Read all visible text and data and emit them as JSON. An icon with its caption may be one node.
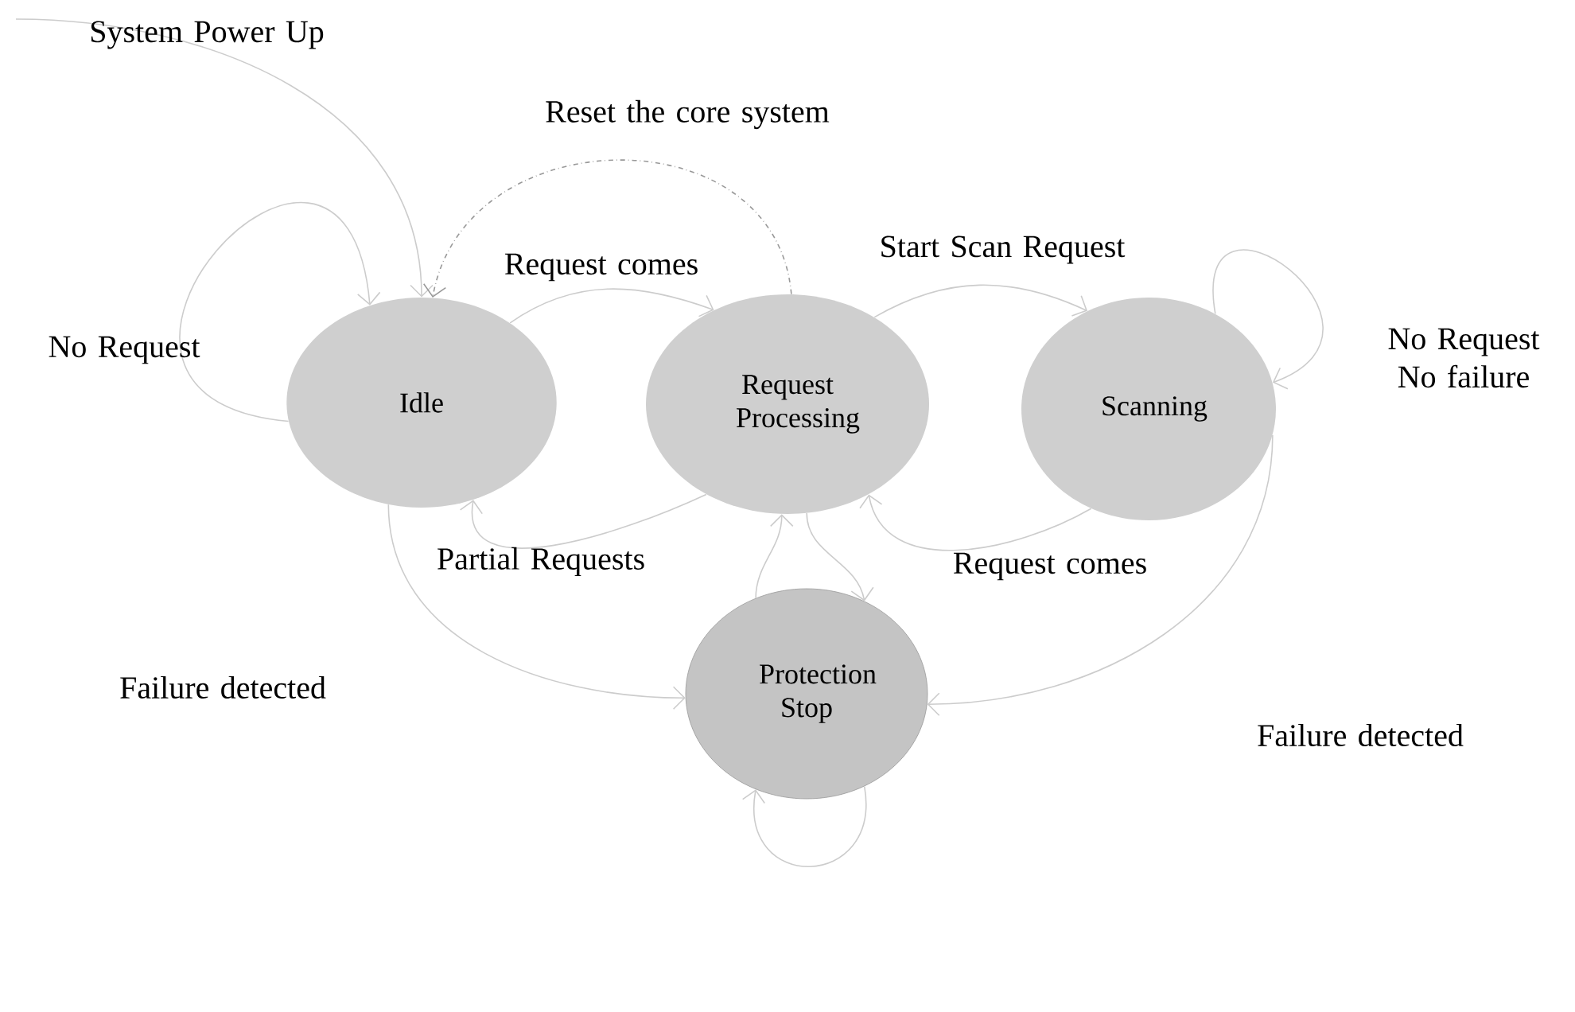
{
  "diagram": {
    "nodes": [
      {
        "text": [
          "Idle"
        ]
      },
      {
        "text": [
          "Request Processing"
        ]
      },
      {
        "text": [
          "Scanning"
        ]
      },
      {
        "text": [
          "Protection Stop"
        ]
      }
    ],
    "edges": [
      {
        "from": null,
        "to": 0,
        "arrow": "to",
        "label": "System Power Up"
      },
      {
        "from": 0,
        "to": 0,
        "arrow": "to",
        "label": "No Request"
      },
      {
        "from": 1,
        "to": 0,
        "arrow": "to",
        "label": "Reset the core system",
        "style": "dashed",
        "color": "#999999"
      },
      {
        "from": 0,
        "to": 1,
        "arrow": "to",
        "label": "Request comes"
      },
      {
        "from": 1,
        "to": 2,
        "arrow": "to",
        "label": "Start Scan Request"
      },
      {
        "from": 2,
        "to": 2,
        "arrow": "to",
        "label": "No Request No failure"
      },
      {
        "from": 1,
        "to": 0,
        "arrow": "to",
        "label": "Partial Requests"
      },
      {
        "from": 2,
        "to": 1,
        "arrow": "to",
        "label": "Request comes"
      },
      {
        "from": 3,
        "to": 1,
        "arrow": "to"
      },
      {
        "from": 1,
        "to": 3,
        "arrow": "to"
      },
      {
        "from": 0,
        "to": 3,
        "arrow": "to",
        "label": "Failure detected"
      },
      {
        "from": 2,
        "to": 3,
        "arrow": "to",
        "label": "Failure detected"
      },
      {
        "from": 3,
        "to": 3,
        "arrow": "to"
      }
    ]
  }
}
